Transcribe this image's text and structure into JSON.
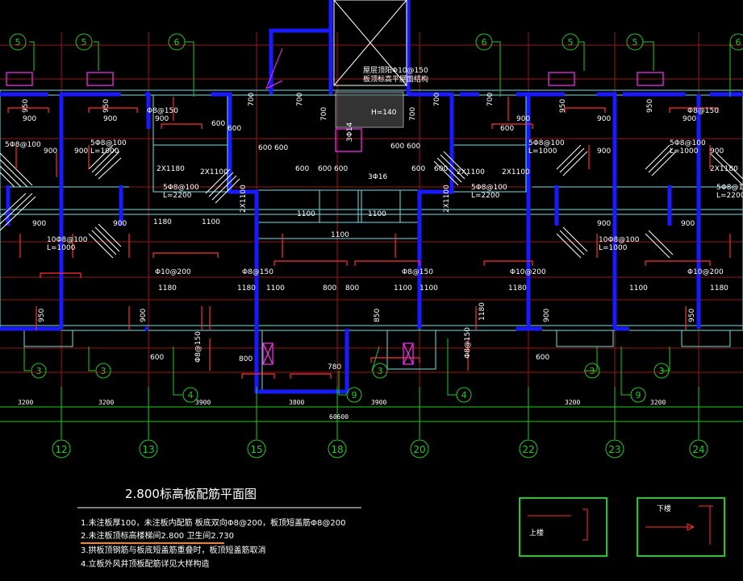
{
  "drawing": {
    "title": "2.800标高板配筋平面图",
    "notes": [
      "1.未注板厚100，未注板内配筋 板底双向Φ8@200，板顶短盖筋Φ8@200",
      "2.未注板顶标高楼梯间2.800 卫生间2.730",
      "3.拱板顶钢筋与板底短盖筋重叠时，板顶短盖筋取消",
      "4.立板外风井顶板配筋详见大样构造"
    ]
  },
  "axes": {
    "bottom": [
      "12",
      "13",
      "15",
      "18",
      "20",
      "22",
      "23",
      "24"
    ],
    "top": [
      "5",
      "5",
      "6",
      "6",
      "5",
      "5",
      "6"
    ],
    "lower": [
      "3",
      "3",
      "4",
      "9",
      "3",
      "4",
      "3",
      "9",
      "3"
    ]
  },
  "dimensions": {
    "spans": [
      "3200",
      "3200",
      "3900",
      "3800",
      "3900",
      "3200",
      "3200"
    ],
    "total": "60600"
  },
  "labels": {
    "shaft_note_1": "屋层顶阳Φ10@150",
    "shaft_note_2": "板顶标高平屋面结构",
    "h_label": "H=140",
    "rebar_a": "Φ8@150",
    "rebar_b": "Φ10@200",
    "rebar_c": "Φ8@150",
    "rebar_d": "Φ8@150",
    "rebar_e": "Φ10@200",
    "rebar_f": "Φ10@200",
    "rebar_g": "Φ8@150",
    "rebar_h": "Φ8@150",
    "stair_1": "5Φ8@100",
    "stair_1L": "L=1000",
    "stair_2": "5Φ8@100",
    "stair_2L": "L=2200",
    "stair_3": "10Φ8@100",
    "stair_3L": "L=1000",
    "stair_4": "5Φ8@100",
    "stair_4L": "L=1000",
    "stair_5": "5Φ8@100",
    "stair_5L": "L=2200",
    "stair_6": "10Φ8@100",
    "stair_6L": "L=1000",
    "stair_7": "5Φ8@100",
    "stair_7L": "L=2200",
    "bar_3d14": "3Φ14",
    "bar_3d16": "3Φ16",
    "d900": "900",
    "d950": "950",
    "d600": "600",
    "d700": "700",
    "d1100": "1100",
    "d1180": "1180",
    "d800": "800",
    "d780": "780",
    "d850": "850",
    "d2x1100": "2X1100",
    "d2x1180": "2X1180",
    "d1100b": "1100"
  },
  "legend": {
    "up_label": "上楼",
    "down_label": "下楼"
  },
  "colors": {
    "wall": "#1a1aff",
    "grid": "#ff3030",
    "cyan": "#6fe0e8",
    "green": "#1ecc1e",
    "white": "#ffffff",
    "magenta": "#ff30ff",
    "yellow": "#e0e040",
    "orange": "#ff8020"
  }
}
